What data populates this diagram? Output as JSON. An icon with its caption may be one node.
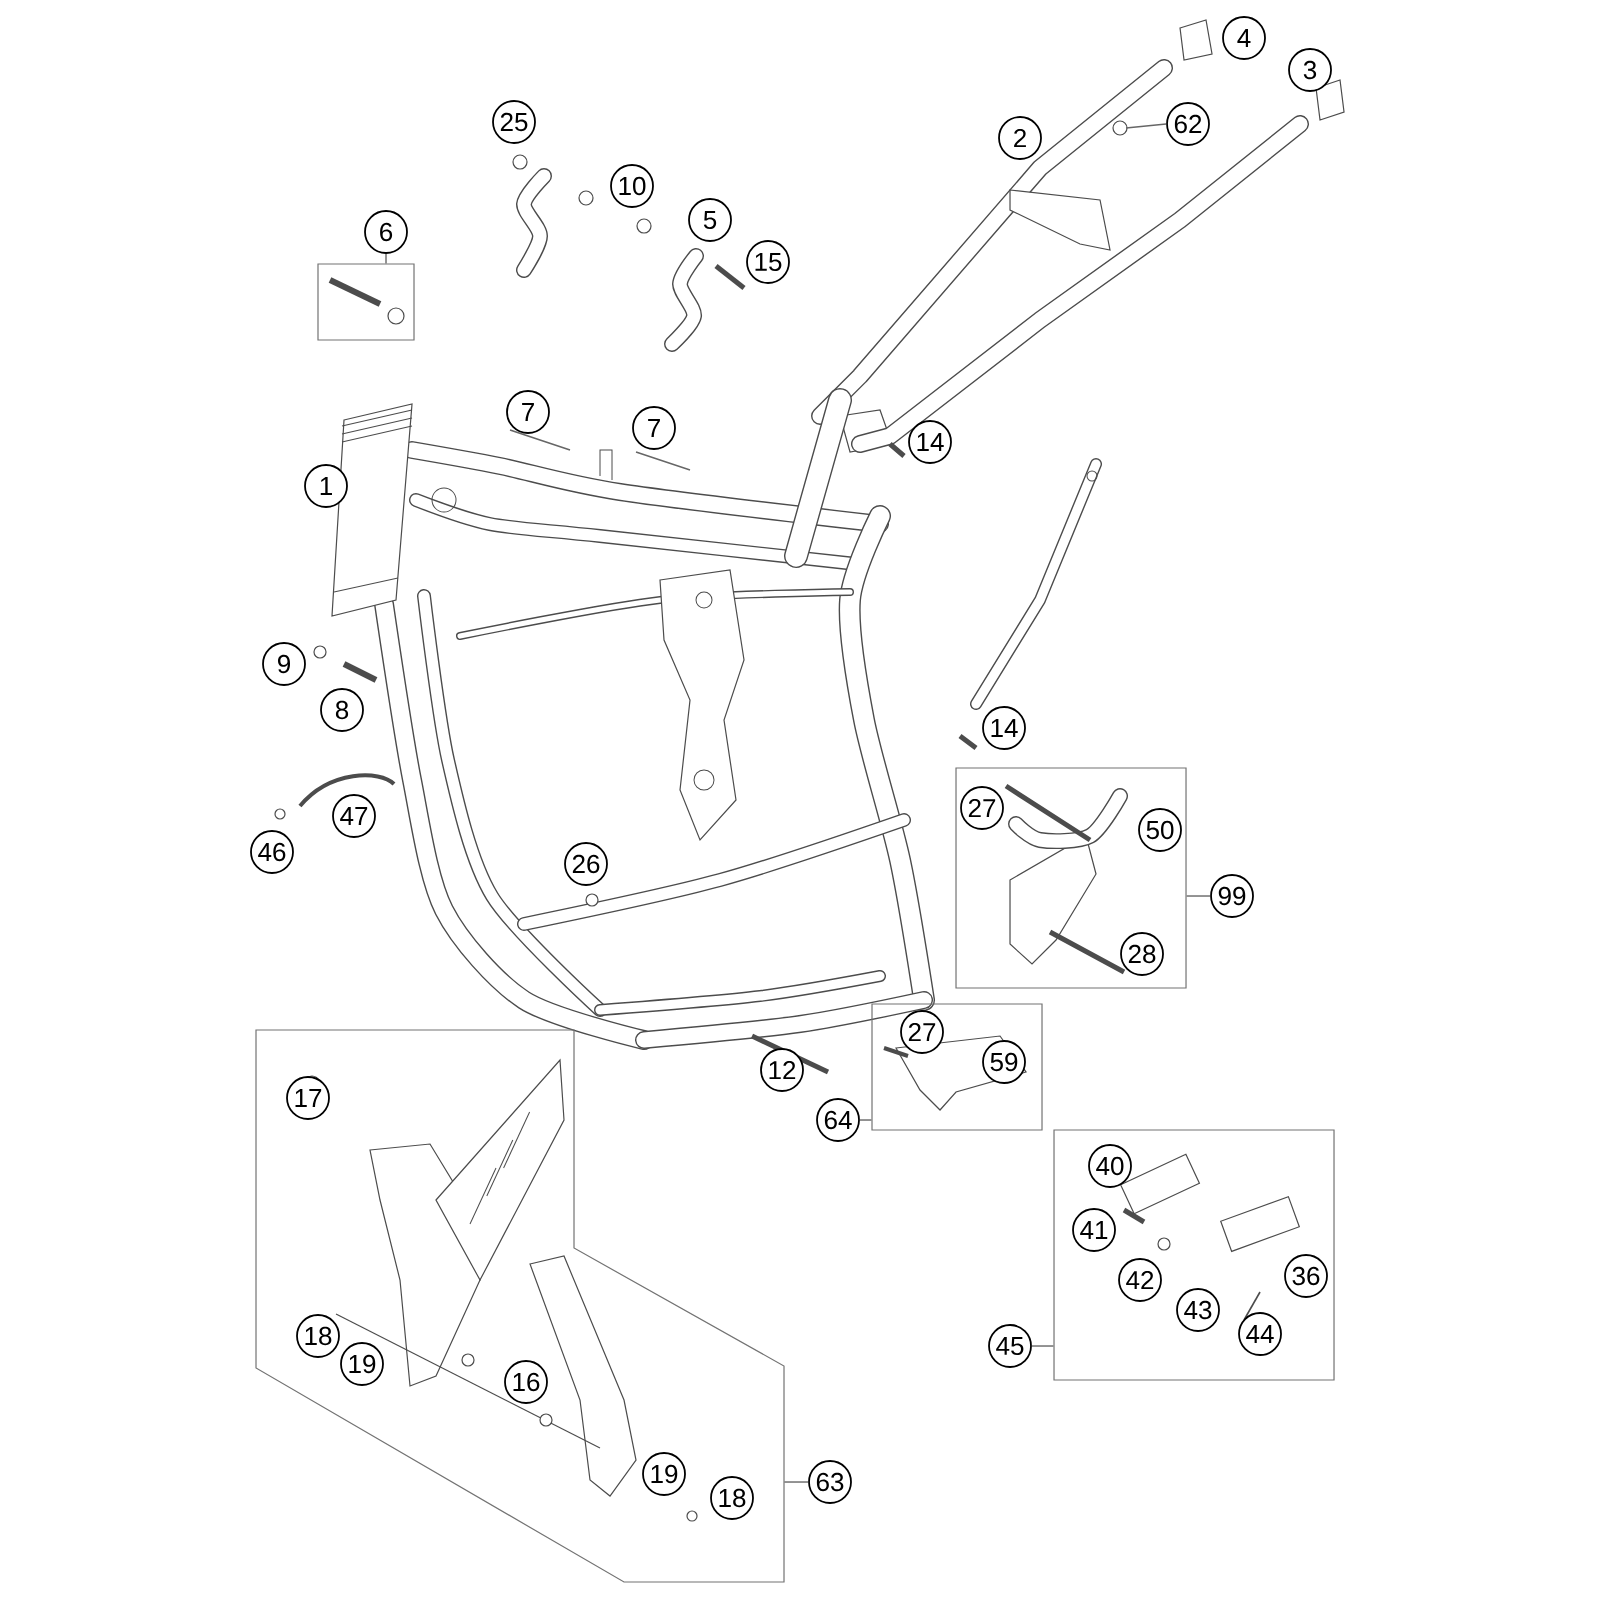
{
  "diagram": {
    "nodes": [
      {
        "text": [
          "4"
        ]
      },
      {
        "text": [
          "3"
        ]
      },
      {
        "text": [
          "25"
        ]
      },
      {
        "text": [
          "62"
        ]
      },
      {
        "text": [
          "2"
        ]
      },
      {
        "text": [
          "10"
        ]
      },
      {
        "text": [
          "5"
        ]
      },
      {
        "text": [
          "6"
        ]
      },
      {
        "text": [],
        "shape": "box"
      },
      {
        "text": [
          "15"
        ]
      },
      {
        "text": [
          "7"
        ]
      },
      {
        "text": [
          "7"
        ]
      },
      {
        "text": [
          "14"
        ]
      },
      {
        "text": [
          "1"
        ]
      },
      {
        "text": [
          "9"
        ]
      },
      {
        "text": [
          "8"
        ]
      },
      {
        "text": [
          "14"
        ]
      },
      {
        "text": [],
        "shape": "box"
      },
      {
        "text": [
          "27"
        ],
        "in": 17
      },
      {
        "text": [
          "47"
        ]
      },
      {
        "text": [
          "50"
        ],
        "in": 17
      },
      {
        "text": [
          "46"
        ]
      },
      {
        "text": [
          "26"
        ]
      },
      {
        "text": [
          "99"
        ]
      },
      {
        "text": [
          "28"
        ],
        "in": 17
      },
      {
        "text": [],
        "shape": "box"
      },
      {
        "text": [
          "27"
        ],
        "in": 25
      },
      {
        "text": [
          "59"
        ],
        "in": 25
      },
      {
        "text": [
          "12"
        ]
      },
      {
        "text": [],
        "shape": "box"
      },
      {
        "text": [
          "17"
        ],
        "in": 29
      },
      {
        "text": [
          "64"
        ]
      },
      {
        "text": [],
        "shape": "box"
      },
      {
        "text": [
          "40"
        ],
        "in": 32
      },
      {
        "text": [
          "41"
        ],
        "in": 32
      },
      {
        "text": [
          "42"
        ],
        "in": 32
      },
      {
        "text": [
          "36"
        ],
        "in": 32
      },
      {
        "text": [
          "43"
        ],
        "in": 32
      },
      {
        "text": [
          "44"
        ],
        "in": 32
      },
      {
        "text": [
          "45"
        ]
      },
      {
        "text": [
          "18"
        ],
        "in": 29
      },
      {
        "text": [
          "19"
        ],
        "in": 29
      },
      {
        "text": [
          "16"
        ],
        "in": 29
      },
      {
        "text": [
          "19"
        ],
        "in": 29
      },
      {
        "text": [
          "18"
        ],
        "in": 29
      },
      {
        "text": [
          "63"
        ]
      }
    ],
    "edges": [
      {
        "from": 7,
        "to": 8,
        "arrow": "none"
      },
      {
        "from": 23,
        "to": 17,
        "arrow": "none"
      },
      {
        "from": 31,
        "to": 25,
        "arrow": "none"
      },
      {
        "from": 39,
        "to": 32,
        "arrow": "none"
      },
      {
        "from": 45,
        "to": 29,
        "arrow": "none"
      },
      {
        "from": 3,
        "to": null,
        "arrow": "none"
      }
    ]
  }
}
